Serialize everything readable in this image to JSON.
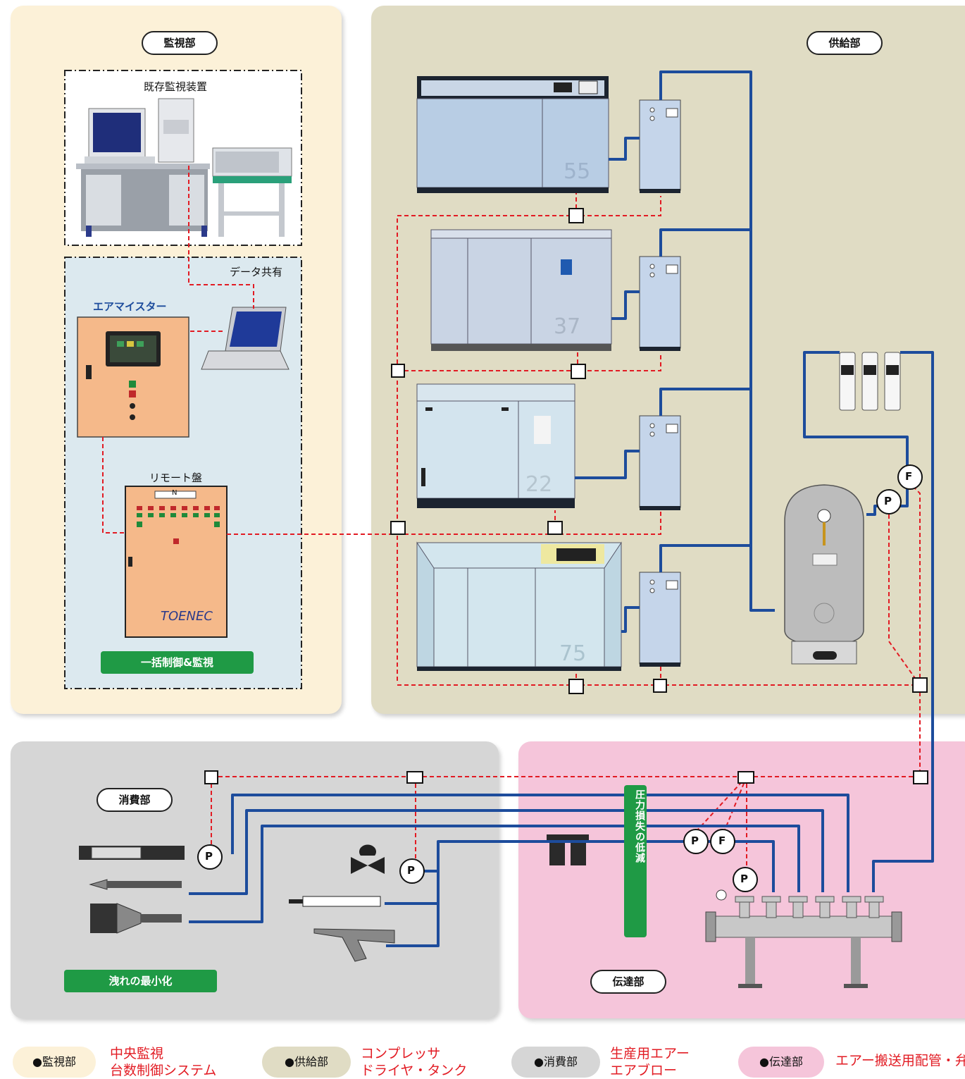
{
  "sections": {
    "monitor": {
      "title": "監視部",
      "bar": "一括制御&監視"
    },
    "supply": {
      "title": "供給部"
    },
    "consume": {
      "title": "消費部",
      "bar": "洩れの最小化"
    },
    "transmit": {
      "title": "伝達部"
    }
  },
  "labels": {
    "existing_monitor": "既存監視装置",
    "data_share": "データ共有",
    "air_meister": "エアマイスター",
    "remote_panel": "リモート盤",
    "panel_n": "N",
    "toenec": "TOENEC",
    "pressure_loss": "圧力損失の低減"
  },
  "compressors": [
    {
      "number": "55"
    },
    {
      "number": "37"
    },
    {
      "number": "22"
    },
    {
      "number": "75"
    }
  ],
  "sensors": {
    "pressure": "P",
    "flow": "F"
  },
  "legend": [
    {
      "pill": "●監視部",
      "line1": "中央監視",
      "line2": "台数制御システム",
      "bg": "#fcf1d8"
    },
    {
      "pill": "●供給部",
      "line1": "コンプレッサ",
      "line2": "ドライヤ・タンク",
      "bg": "#e0dcc4"
    },
    {
      "pill": "●消費部",
      "line1": "生産用エアー",
      "line2": "エアブロー",
      "bg": "#d6d6d6"
    },
    {
      "pill": "●伝達部",
      "line1": "エアー搬送用配管・弁",
      "line2": "",
      "bg": "#f5c5da"
    }
  ],
  "colors": {
    "pipe": "#1d4c9c",
    "signal": "#e21b23",
    "accent_green": "#1f9a45"
  }
}
